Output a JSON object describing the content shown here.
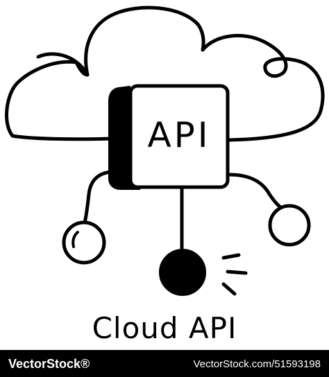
{
  "icon": {
    "name": "cloud-api-icon",
    "box_label": "API"
  },
  "caption": "Cloud API",
  "footer": {
    "brand": "VectorStock®",
    "image_id": "VectorStock.com/51593198"
  },
  "colors": {
    "stroke": "#000000",
    "background": "#ffffff",
    "footer_bg": "#000000",
    "footer_text": "#ffffff"
  }
}
